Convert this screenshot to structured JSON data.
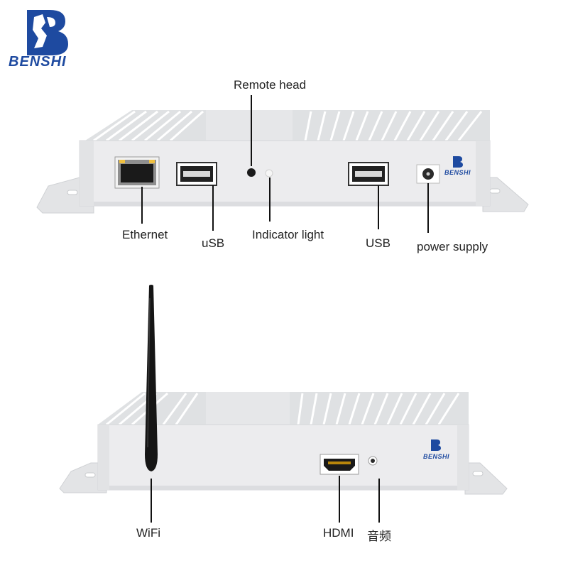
{
  "brand": {
    "name": "BENSHI",
    "device_logo_text": "BENSHI",
    "color": "#1e4aa0"
  },
  "top_panel": {
    "callouts": {
      "remote_head": "Remote head",
      "ethernet": "Ethernet",
      "usb_left": "uSB",
      "indicator_light": "Indicator light",
      "usb_right": "USB",
      "power_supply": "power supply"
    }
  },
  "bottom_panel": {
    "callouts": {
      "wifi": "WiFi",
      "hdmi": "HDMI",
      "audio": "音频"
    }
  },
  "colors": {
    "case": "#e9eaec",
    "fins": "#d6d8db",
    "port": "#1a1a1a",
    "text": "#222222"
  }
}
